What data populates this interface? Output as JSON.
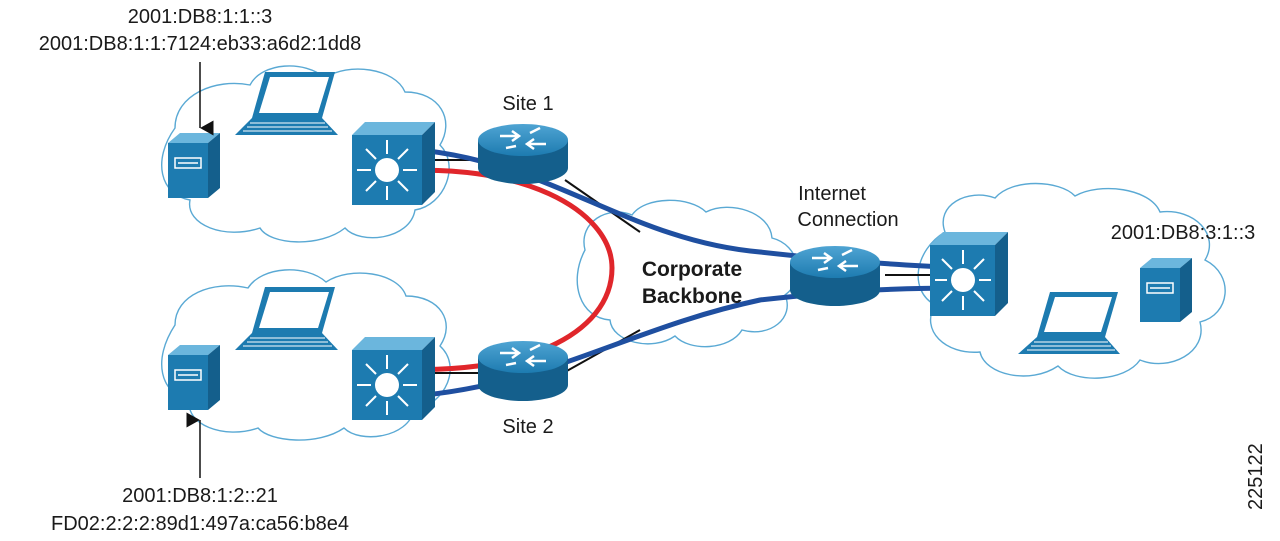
{
  "labels": {
    "top_addr_1": "2001:DB8:1:1::3",
    "top_addr_2": "2001:DB8:1:1:7124:eb33:a6d2:1dd8",
    "bottom_addr_1": "2001:DB8:1:2::21",
    "bottom_addr_2": "FD02:2:2:2:89d1:497a:ca56:b8e4",
    "site1": "Site 1",
    "site2": "Site 2",
    "internet_1": "Internet",
    "internet_2": "Connection",
    "backbone_1": "Corporate",
    "backbone_2": "Backbone",
    "right_addr": "2001:DB8:3:1::3",
    "figure_id": "225122"
  },
  "colors": {
    "device_blue": "#1d7bb0",
    "cloud_outline": "#5aa9d4",
    "path_blue": "#1f4fa0",
    "path_red": "#e0262b",
    "link_black": "#111111"
  },
  "icons": [
    "server-icon",
    "laptop-icon",
    "multilayer-switch-icon",
    "router-icon",
    "cloud-icon"
  ]
}
